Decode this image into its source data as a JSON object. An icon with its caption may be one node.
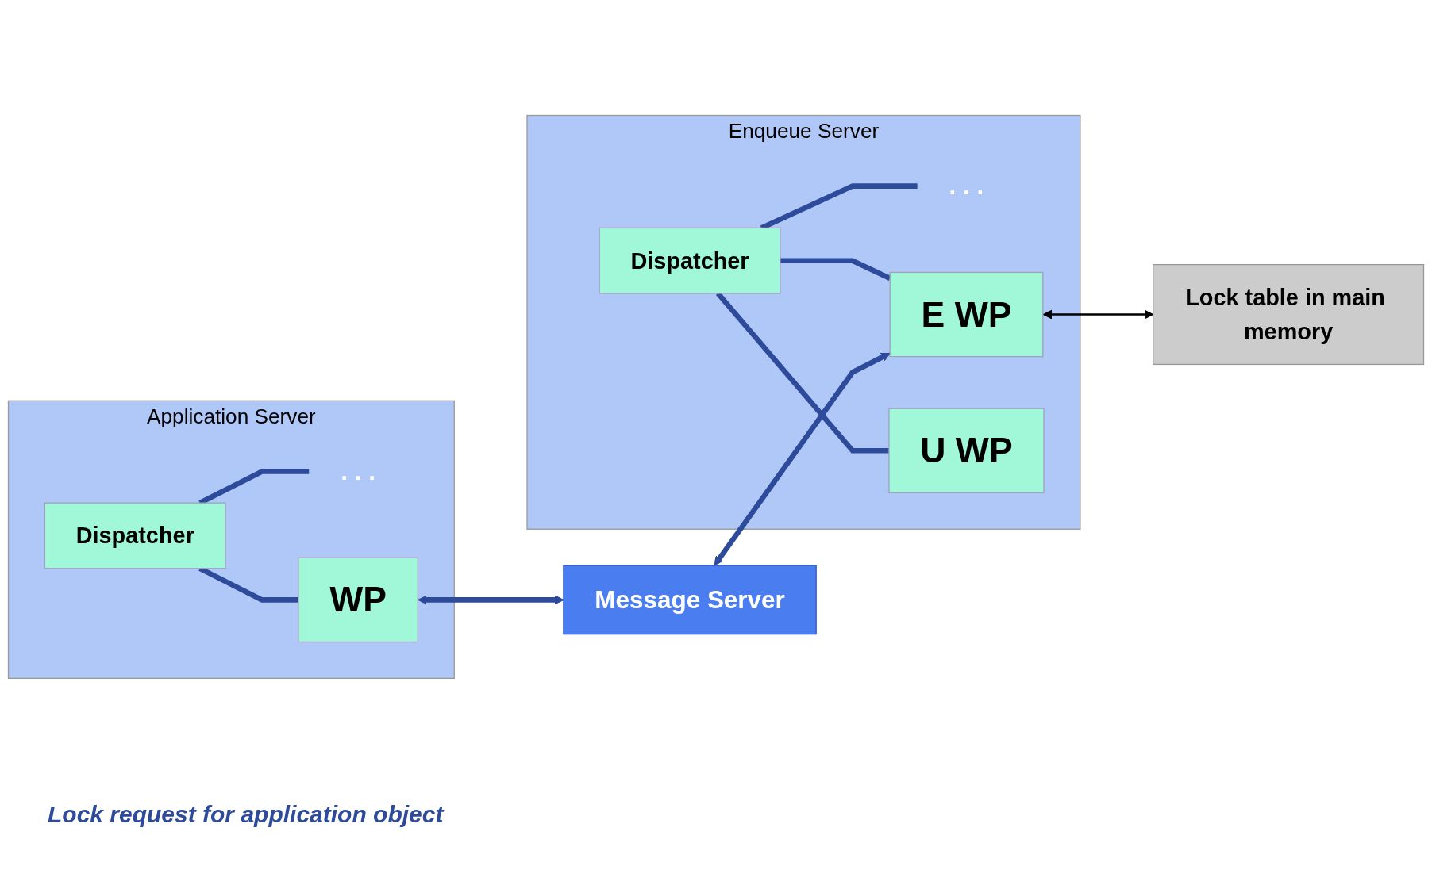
{
  "diagram": {
    "nodes": [
      {
        "text": [
          "Application Server"
        ]
      },
      {
        "text": [
          "Dispatcher"
        ],
        "in": 0
      },
      {
        "text": [
          ". . ."
        ],
        "in": 0
      },
      {
        "text": [
          "WP"
        ],
        "in": 0
      },
      {
        "text": [
          "Enqueue Server"
        ]
      },
      {
        "text": [
          "Dispatcher"
        ],
        "in": 4
      },
      {
        "text": [
          ". . ."
        ],
        "in": 4
      },
      {
        "text": [
          "E WP"
        ],
        "in": 4
      },
      {
        "text": [
          "U WP"
        ],
        "in": 4
      },
      {
        "text": [
          "Message Server"
        ]
      },
      {
        "text": [
          "Lock table in main memory"
        ]
      }
    ],
    "edges": [
      {
        "from": 1,
        "to": 2,
        "arrow": "none"
      },
      {
        "from": 1,
        "to": 3,
        "arrow": "none"
      },
      {
        "from": 5,
        "to": 6,
        "arrow": "none"
      },
      {
        "from": 5,
        "to": 7,
        "arrow": "none"
      },
      {
        "from": 5,
        "to": 8,
        "arrow": "none"
      },
      {
        "from": 3,
        "to": 9,
        "arrow": "both"
      },
      {
        "from": 9,
        "to": 7,
        "arrow": "both"
      },
      {
        "from": 7,
        "to": 10,
        "arrow": "both",
        "color": "#000000"
      }
    ],
    "labels": [
      "Lock request for application object"
    ]
  }
}
